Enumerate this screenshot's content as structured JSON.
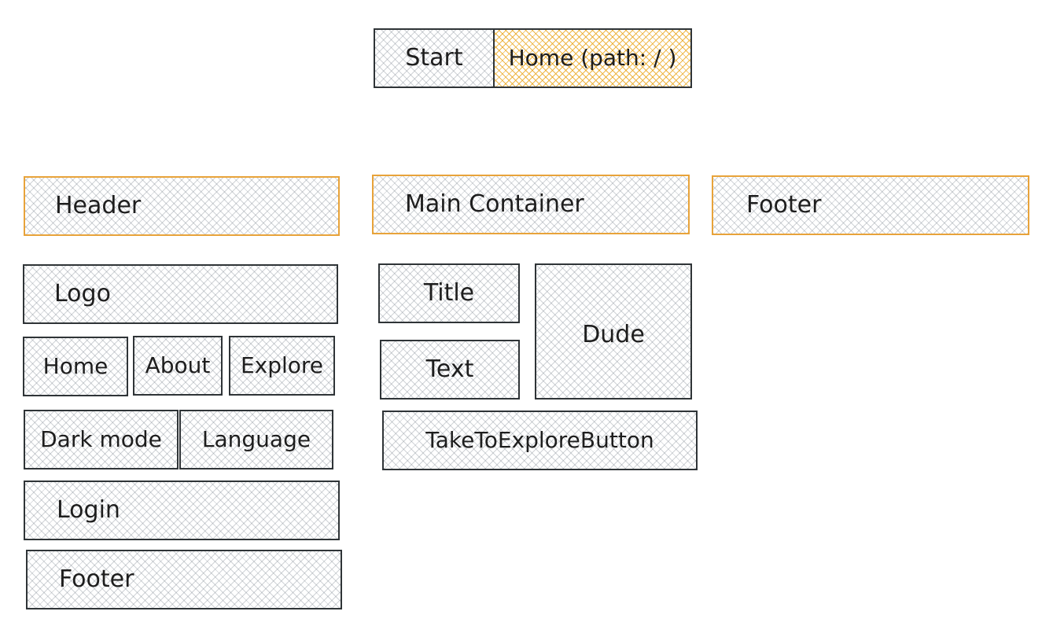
{
  "top": {
    "start": "Start",
    "home": "Home (path: / )"
  },
  "sections": {
    "header": "Header",
    "main_container": "Main Container",
    "footer": "Footer"
  },
  "header_items": {
    "logo": "Logo",
    "home": "Home",
    "about": "About",
    "explore": "Explore",
    "dark_mode": "Dark mode",
    "language": "Language",
    "login": "Login",
    "footer": "Footer"
  },
  "main_items": {
    "title": "Title",
    "text": "Text",
    "dude": "Dude",
    "take_to_explore_button": "TakeToExploreButton"
  },
  "colors": {
    "stroke": "#2f3437",
    "accent": "#e8a33a",
    "hatch": "#787f8c"
  }
}
